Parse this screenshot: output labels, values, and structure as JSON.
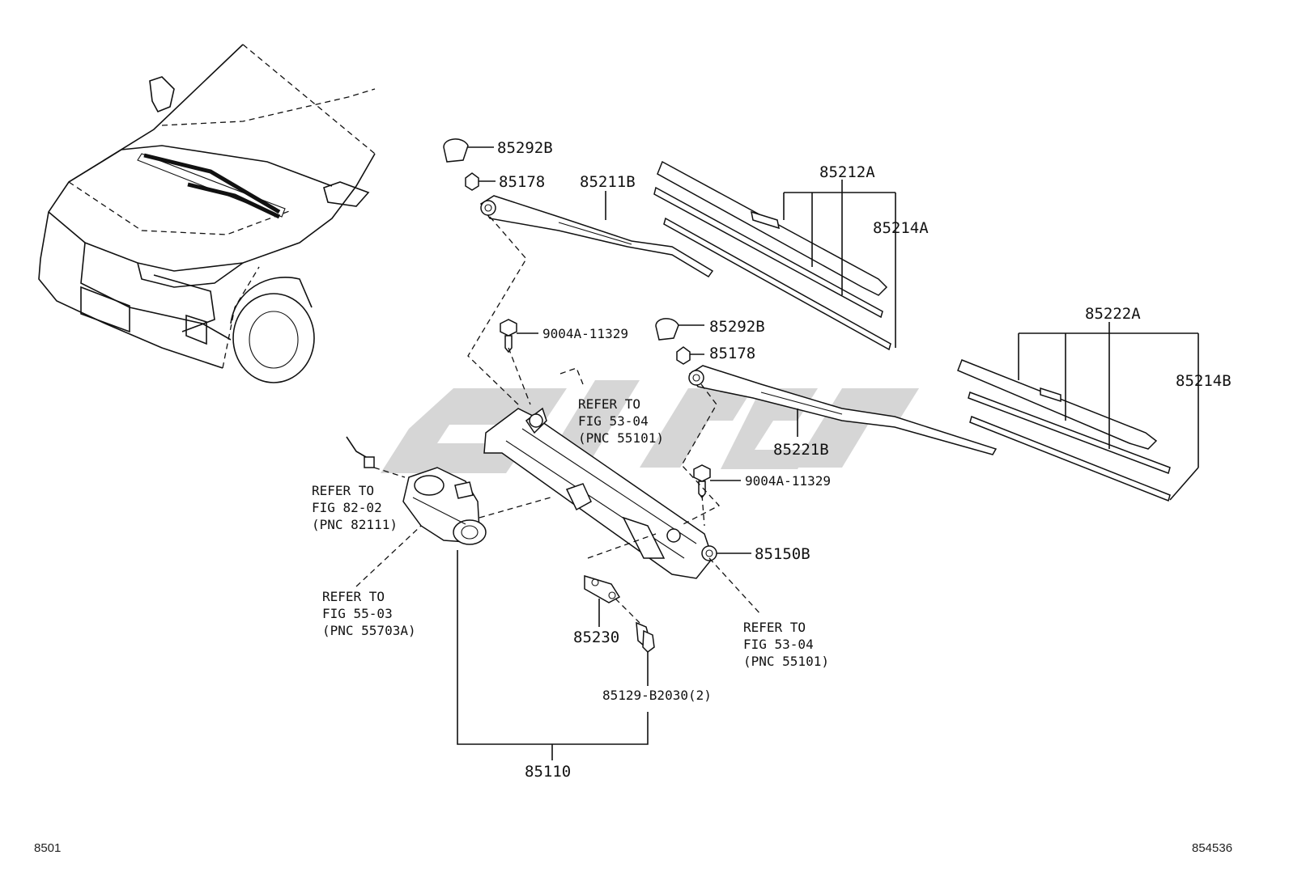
{
  "callouts": {
    "p85292B_a": "85292B",
    "p85178_a": "85178",
    "p85211B": "85211B",
    "p85212A": "85212A",
    "p85214A": "85214A",
    "p9004A_a": "9004A-11329",
    "p85292B_b": "85292B",
    "p85178_b": "85178",
    "p85222A": "85222A",
    "p85214B": "85214B",
    "p85221B": "85221B",
    "p9004A_b": "9004A-11329",
    "p85150B": "85150B",
    "p85230": "85230",
    "p85129": "85129-B2030(2)",
    "p85110": "85110"
  },
  "refs": {
    "ref_a": [
      "REFER TO",
      "FIG 53-04",
      "(PNC 55101)"
    ],
    "ref_b": [
      "REFER TO",
      "FIG 82-02",
      "(PNC 82111)"
    ],
    "ref_c": [
      "REFER TO",
      "FIG 55-03",
      "(PNC 55703A)"
    ],
    "ref_d": [
      "REFER TO",
      "FIG 53-04",
      "(PNC 55101)"
    ]
  },
  "corners": {
    "left": "8501",
    "right": "854536"
  },
  "colors": {
    "line": "#111111",
    "watermark": "#d2d2d2"
  },
  "icons": {
    "watermark": "watermark-logo",
    "vehicle": "car-outline"
  }
}
